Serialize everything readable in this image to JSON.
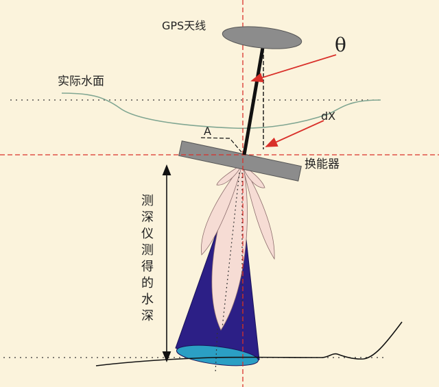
{
  "labels": {
    "gps_antenna": "GPS天线",
    "theta": "θ",
    "actual_water_surface": "实际水面",
    "dx": "dX",
    "angle_a": "A",
    "transducer": "换能器",
    "measured_depth": "测深仪测得的水深"
  },
  "colors": {
    "background": "#fbf3dc",
    "guide_line_red": "#d9302a",
    "arrow_red": "#d9302a",
    "water_line": "#7fa591",
    "antenna": "#8c8c8c",
    "transducer": "#8c8c8c",
    "pole": "#111111",
    "beam_lobe": "#f6dcd4",
    "sonar_cone": "#2c1f86",
    "cone_base": "#2b9fc4",
    "seabed": "#111111"
  }
}
